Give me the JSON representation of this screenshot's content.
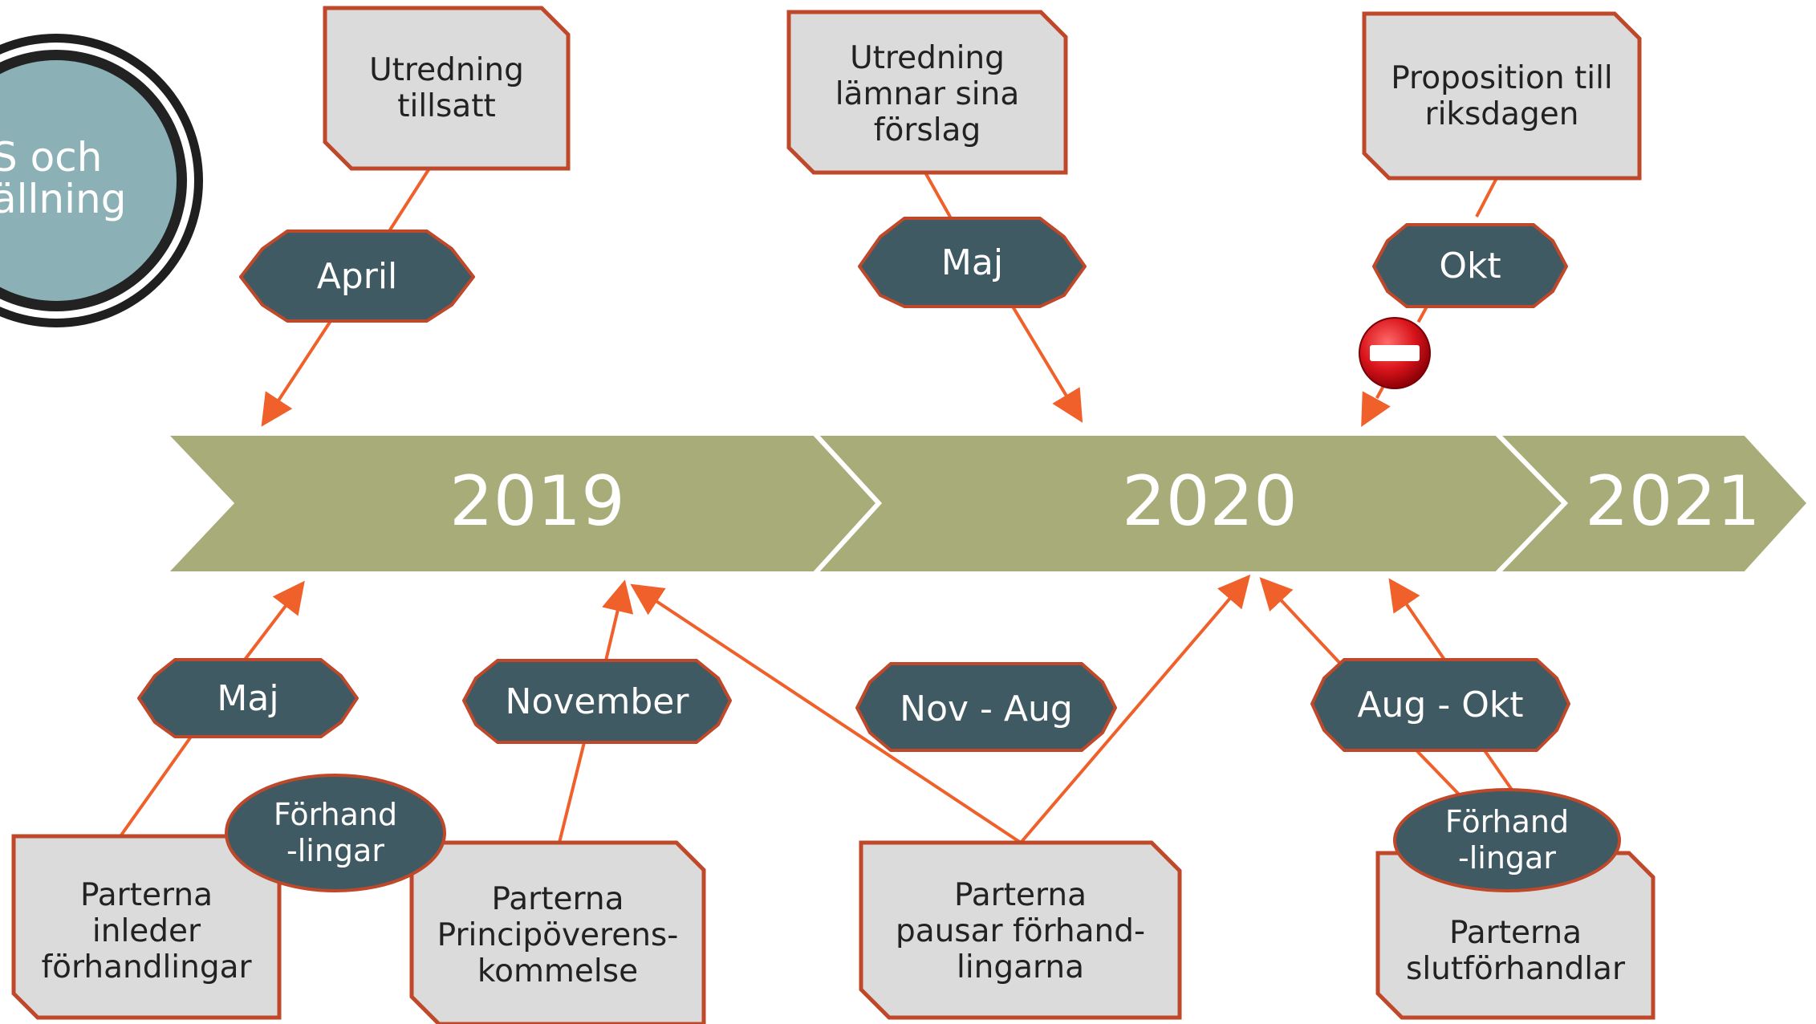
{
  "circle": {
    "text": "S och\nällning"
  },
  "years": [
    "2019",
    "2020",
    "2021"
  ],
  "top": {
    "april": {
      "month": "April",
      "box": "Utredning\ntillsatt"
    },
    "maj": {
      "month": "Maj",
      "box": "Utredning\nlämnar sina\nförslag"
    },
    "okt": {
      "month": "Okt",
      "box": "Proposition till\nriksdagen"
    }
  },
  "bottom": {
    "maj": {
      "month": "Maj",
      "box": "Parterna\ninleder\nförhandlingar",
      "bubble": "Förhand\n-lingar"
    },
    "november": {
      "month": "November",
      "box": "Parterna\nPrincipöverens-\nkommelse"
    },
    "novaug": {
      "month": "Nov - Aug",
      "box": "Parterna\npausar förhand-\nlingarna"
    },
    "augokt": {
      "month": "Aug - Okt",
      "box": "Parterna\nslutförhandlar",
      "bubble": "Förhand\n-lingar"
    }
  },
  "colors": {
    "arrow_band": "#a8ac79",
    "octagon": "#3f5a62",
    "outline": "#c0482a",
    "connector": "#f0602a",
    "box_fill": "#dbdbdb",
    "circle_fill": "#8bb0b6"
  },
  "icons": {
    "stop": "no-entry-icon"
  }
}
